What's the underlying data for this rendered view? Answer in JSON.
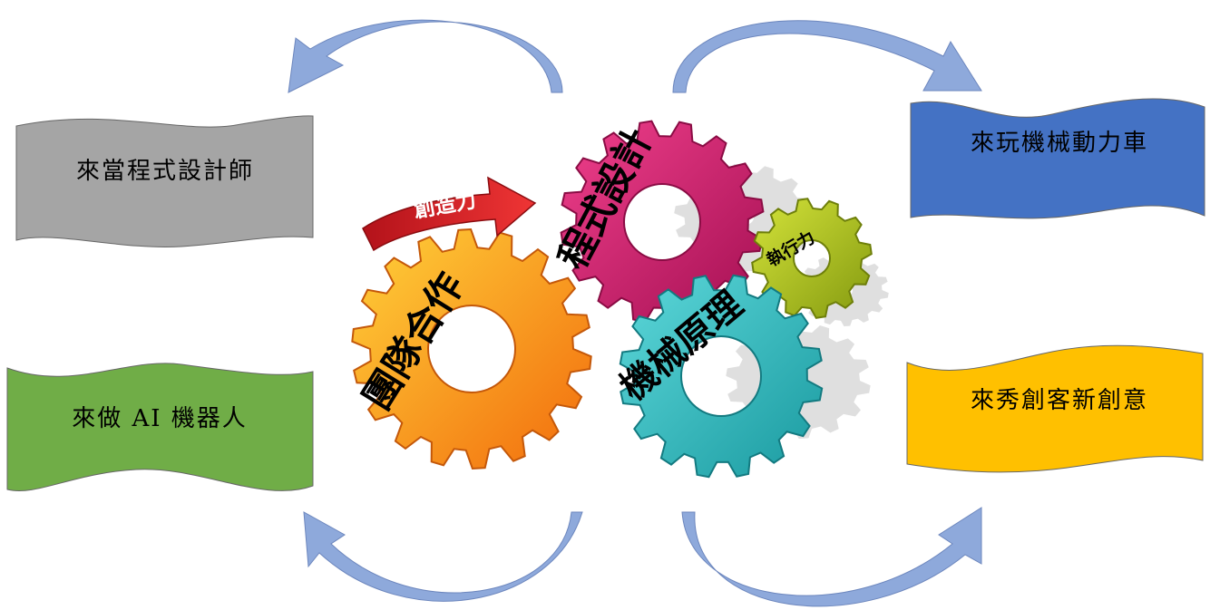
{
  "banners": {
    "top_left": {
      "label": "來當程式設計師",
      "color": "#a5a5a5"
    },
    "bottom_left": {
      "label": "來做 AI 機器人",
      "color": "#70ad47"
    },
    "top_right": {
      "label": "來玩機械動力車",
      "color": "#4472c4"
    },
    "bottom_right": {
      "label": "來秀創客新創意",
      "color": "#ffc000"
    }
  },
  "gears": {
    "teamwork": {
      "label": "團隊合作",
      "color": "#f8a21a"
    },
    "programming": {
      "label": "程式設計",
      "color": "#d6196e"
    },
    "mechanics": {
      "label": "機械原理",
      "color": "#2bbcc0"
    },
    "execution": {
      "label": "執行力",
      "color": "#a8c21e"
    }
  },
  "creativity_arrow": {
    "label": "創造力",
    "color": "#d11f1f"
  },
  "cycle_arrows": {
    "color": "#8ea9db",
    "icon": "curved-arrow-icon"
  }
}
